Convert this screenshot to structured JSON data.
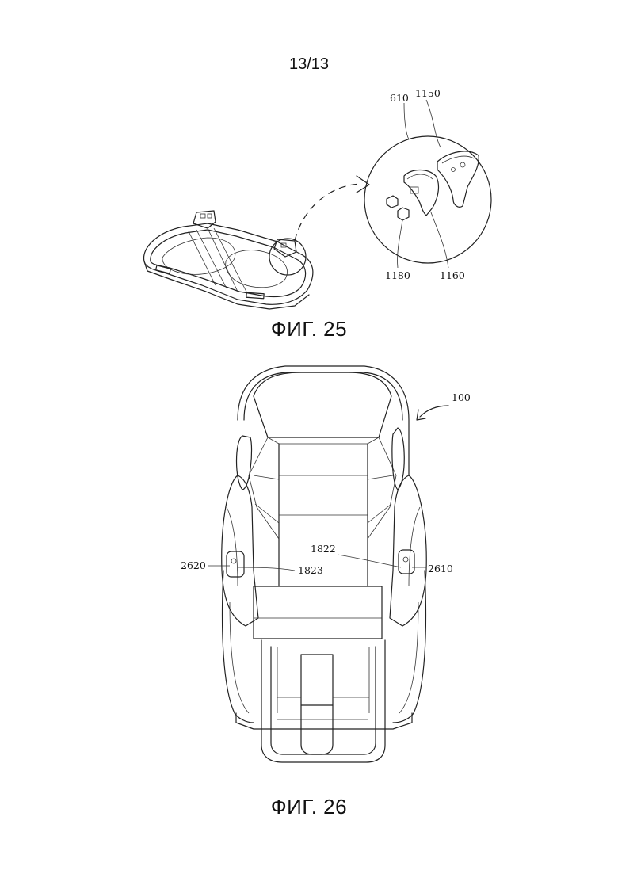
{
  "page": {
    "number": "13/13"
  },
  "figure25": {
    "caption": "ФИГ. 25",
    "labels": {
      "l610": "610",
      "l1150": "1150",
      "l1180": "1180",
      "l1160": "1160"
    }
  },
  "figure26": {
    "caption": "ФИГ. 26",
    "labels": {
      "l100": "100",
      "l1822": "1822",
      "l1823": "1823",
      "l2620": "2620",
      "l2610": "2610"
    }
  }
}
